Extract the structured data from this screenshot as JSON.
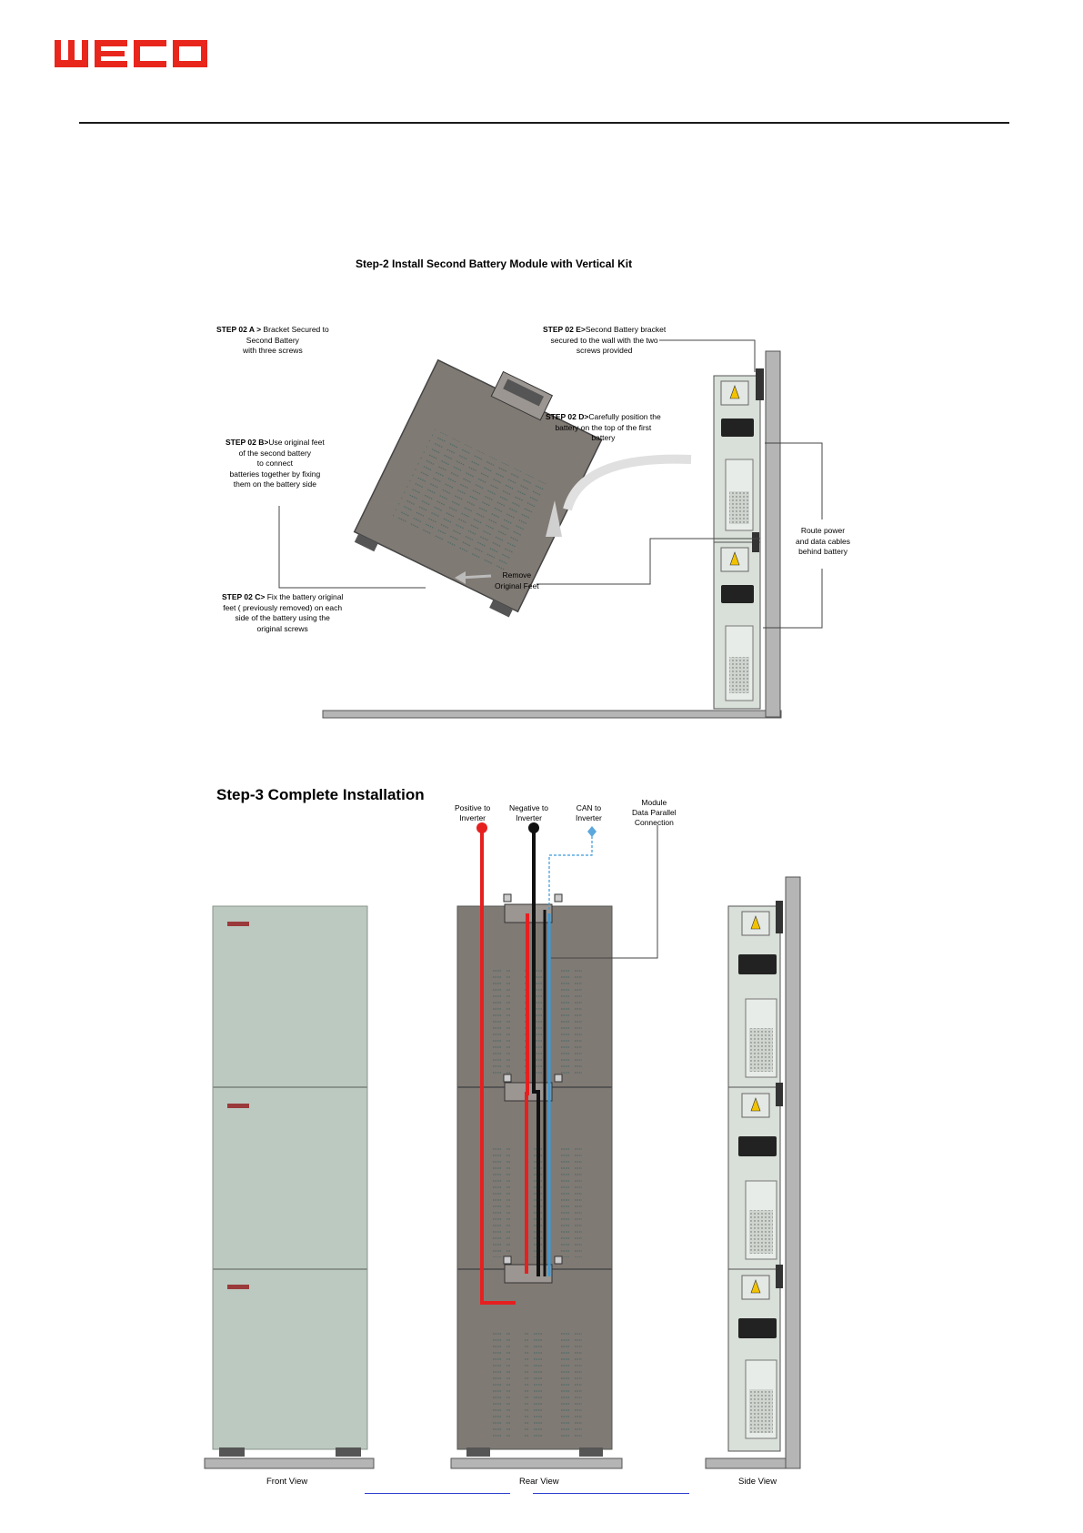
{
  "header": {
    "logo_text": "WECO",
    "brand_color": "#e8261c"
  },
  "step2": {
    "title": "Step-2 Install Second Battery Module with Vertical Kit",
    "note_a": {
      "label": "STEP 02 A >",
      "lines": [
        "Bracket Secured to",
        "Second Battery",
        "with three screws"
      ]
    },
    "note_b": {
      "label": "STEP 02 B>",
      "lines": [
        "Use original feet",
        "of the second battery",
        "to connect",
        "batteries together by fixing",
        "them on the battery side"
      ]
    },
    "note_c": {
      "label": "STEP 02 C>",
      "lines": [
        "Fix the battery original",
        "feet ( previously removed) on each",
        "side of the battery using the",
        "original screws"
      ]
    },
    "note_d": {
      "label": "STEP 02 D>",
      "lines": [
        "Carefully position the",
        "battery on the top of the first",
        "battery"
      ]
    },
    "note_e": {
      "label": "STEP 02 E>",
      "lines": [
        "Second Battery bracket",
        "secured to the wall with the two",
        "screws provided"
      ]
    },
    "remove_feet": [
      "Remove",
      "Original Feet"
    ],
    "route_cables": [
      "Route power",
      "and data cables",
      "behind battery"
    ]
  },
  "step3": {
    "title": "Step-3 Complete Installation",
    "cables": {
      "positive": [
        "Positive to",
        "Inverter"
      ],
      "negative": [
        "Negative to",
        "Inverter"
      ],
      "can": [
        "CAN  to",
        "Inverter"
      ],
      "module": [
        "Module",
        "Data Parallel",
        "Connection"
      ]
    },
    "views": {
      "front": "Front View",
      "rear": "Rear View",
      "side": "Side View"
    },
    "colors": {
      "positive": "#e62020",
      "negative": "#111111",
      "can": "#3a9ad9"
    }
  }
}
